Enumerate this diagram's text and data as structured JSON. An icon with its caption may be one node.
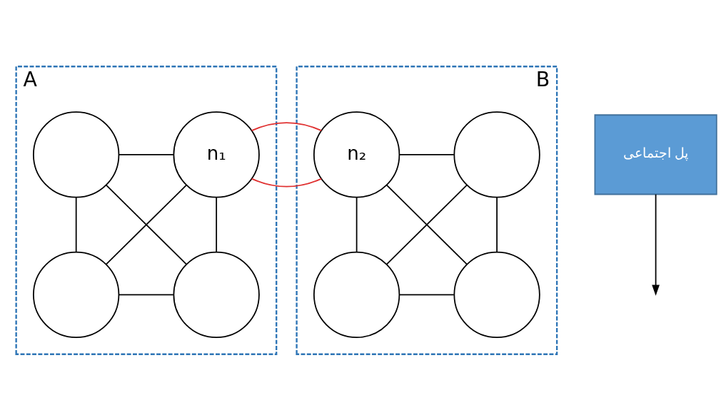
{
  "diagram": {
    "nodes": [
      {
        "text": [
          "A"
        ]
      },
      {
        "text": [],
        "shape": "circle",
        "in": 0
      },
      {
        "text": [
          "n₁"
        ],
        "in": 0
      },
      {
        "text": [],
        "shape": "circle",
        "in": 0
      },
      {
        "text": [],
        "shape": "circle",
        "in": 0
      },
      {
        "text": [
          "B"
        ]
      },
      {
        "text": [
          "n₂"
        ],
        "in": 5
      },
      {
        "text": [],
        "shape": "circle",
        "in": 5
      },
      {
        "text": [],
        "shape": "circle",
        "in": 5
      },
      {
        "text": [],
        "shape": "circle",
        "in": 5
      },
      {
        "text": [
          "پل اجتماعی"
        ]
      }
    ],
    "edges": [
      {
        "from": 1,
        "to": 2,
        "arrow": "none"
      },
      {
        "from": 1,
        "to": 3,
        "arrow": "none"
      },
      {
        "from": 1,
        "to": 4,
        "arrow": "none"
      },
      {
        "from": 2,
        "to": 3,
        "arrow": "none"
      },
      {
        "from": 2,
        "to": 4,
        "arrow": "none"
      },
      {
        "from": 3,
        "to": 4,
        "arrow": "none"
      },
      {
        "from": 2,
        "to": 6,
        "arrow": "none",
        "color": "#e03030"
      },
      {
        "from": 6,
        "to": 7,
        "arrow": "none"
      },
      {
        "from": 6,
        "to": 8,
        "arrow": "none"
      },
      {
        "from": 6,
        "to": 9,
        "arrow": "none"
      },
      {
        "from": 7,
        "to": 8,
        "arrow": "none"
      },
      {
        "from": 7,
        "to": 9,
        "arrow": "none"
      },
      {
        "from": 8,
        "to": 9,
        "arrow": "none"
      },
      {
        "from": 10,
        "to": null,
        "arrow": "to"
      }
    ]
  }
}
